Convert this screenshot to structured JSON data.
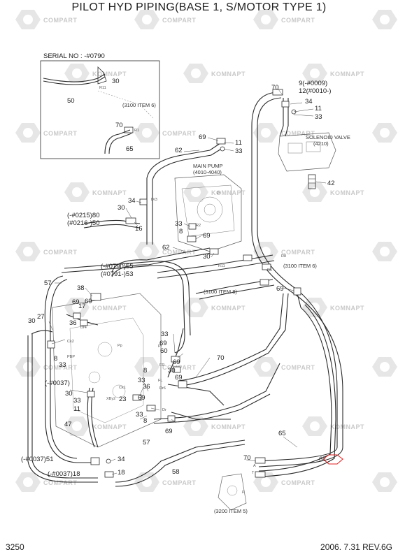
{
  "title": "PILOT HYD PIPING(BASE 1, S/MOTOR TYPE 1)",
  "page_number": "3250",
  "revision": "2006. 7.31 REV.6G",
  "serial_box": {
    "label": "SERIAL NO : -#0790",
    "parts": [
      "30",
      "50",
      "70",
      "65"
    ],
    "ref": "(3100 ITEM 6)",
    "ports": [
      "R11",
      "R1"
    ]
  },
  "watermark": {
    "brand_a": "KOMNAPT",
    "brand_b": "COMPART"
  },
  "components": {
    "main_pump": {
      "name": "MAIN PUMP",
      "code": "(4010-4040)"
    },
    "solenoid_valve": {
      "name": "SOLENOID VALVE",
      "code": "(4210)"
    }
  },
  "notes": {
    "n9": "9(-#0009)",
    "n12": "12(#0010-)",
    "n80": "(-#0215)80",
    "n50": "(#0216-)50",
    "n55": "(-#0790)55",
    "n53": "(#0791-)53",
    "n0037": "(-#0037)",
    "n51": "(-#0037)51",
    "n18": "(-#0037)18",
    "ref_item6": "(3100 ITEM 6)",
    "ref_item8": "(3100 ITEM 8)",
    "ref_item5": "(3200 ITEM 5)"
  },
  "callouts": [
    {
      "t": "70"
    },
    {
      "t": "34"
    },
    {
      "t": "11"
    },
    {
      "t": "33"
    },
    {
      "t": "69"
    },
    {
      "t": "11"
    },
    {
      "t": "33"
    },
    {
      "t": "62"
    },
    {
      "t": "42"
    },
    {
      "t": "34"
    },
    {
      "t": "30"
    },
    {
      "t": "16"
    },
    {
      "t": "33"
    },
    {
      "t": "8"
    },
    {
      "t": "69"
    },
    {
      "t": "62"
    },
    {
      "t": "30"
    },
    {
      "t": "57"
    },
    {
      "t": "38"
    },
    {
      "t": "69"
    },
    {
      "t": "69"
    },
    {
      "t": "17"
    },
    {
      "t": "36"
    },
    {
      "t": "30"
    },
    {
      "t": "27"
    },
    {
      "t": "8"
    },
    {
      "t": "33"
    },
    {
      "t": "33"
    },
    {
      "t": "69"
    },
    {
      "t": "69"
    },
    {
      "t": "30"
    },
    {
      "t": "69"
    },
    {
      "t": "69"
    },
    {
      "t": "70"
    },
    {
      "t": "60"
    },
    {
      "t": "8"
    },
    {
      "t": "33"
    },
    {
      "t": "36"
    },
    {
      "t": "30"
    },
    {
      "t": "33"
    },
    {
      "t": "11"
    },
    {
      "t": "69"
    },
    {
      "t": "23"
    },
    {
      "t": "33"
    },
    {
      "t": "8"
    },
    {
      "t": "69"
    },
    {
      "t": "47"
    },
    {
      "t": "57"
    },
    {
      "t": "34"
    },
    {
      "t": "58"
    },
    {
      "t": "18"
    },
    {
      "t": "65"
    },
    {
      "t": "70"
    },
    {
      "t": "67"
    }
  ],
  "port_labels": {
    "dr3": "Dr3",
    "r2": "R2",
    "pi": "PI",
    "r11": "R11",
    "r8": "R8",
    "r1": "R1",
    "ck2": "Ck2",
    "pbp": "PBP",
    "dr4": "Dr4",
    "dr6": "Dr6",
    "ck1": "Ck1",
    "fr": "FR",
    "fl": "FL",
    "pf": "Pf",
    "a": "A",
    "p": "P",
    "t": "T",
    "xby2": "XBy2",
    "pp": "Pp",
    "dr": "Dr"
  },
  "colors": {
    "line": "#2a2a2a",
    "watermark": "#d3d3d3",
    "highlight": "#e02020"
  }
}
